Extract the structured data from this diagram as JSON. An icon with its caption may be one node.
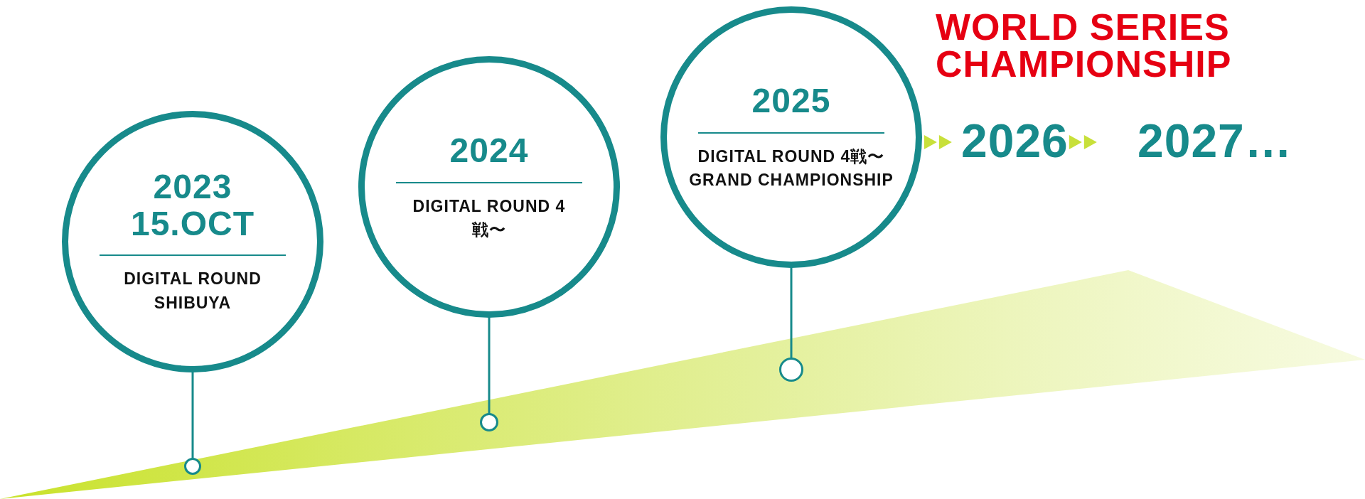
{
  "diagram": {
    "title": "WORLD SERIES CHAMPIONSHIP",
    "nodes": [
      {
        "text": [
          "2023 15.OCT",
          "DIGITAL ROUND SHIBUYA"
        ]
      },
      {
        "text": [
          "2024",
          "DIGITAL ROUND 4戦〜"
        ]
      },
      {
        "text": [
          "2025",
          "DIGITAL ROUND 4戦〜 GRAND CHAMPIONSHIP"
        ]
      },
      {
        "text": [],
        "shape": "circle"
      },
      {
        "text": [],
        "shape": "circle"
      },
      {
        "text": [],
        "shape": "circle"
      },
      {
        "text": [
          "2026"
        ]
      },
      {
        "text": [
          "2027…"
        ]
      }
    ],
    "edges": [
      {
        "from": 0,
        "to": 3,
        "arrow": "none"
      },
      {
        "from": 1,
        "to": 4,
        "arrow": "none"
      },
      {
        "from": 2,
        "to": 5,
        "arrow": "none"
      },
      {
        "from": 2,
        "to": 6,
        "arrow": "to"
      },
      {
        "from": 6,
        "to": 7,
        "arrow": "to"
      }
    ]
  }
}
